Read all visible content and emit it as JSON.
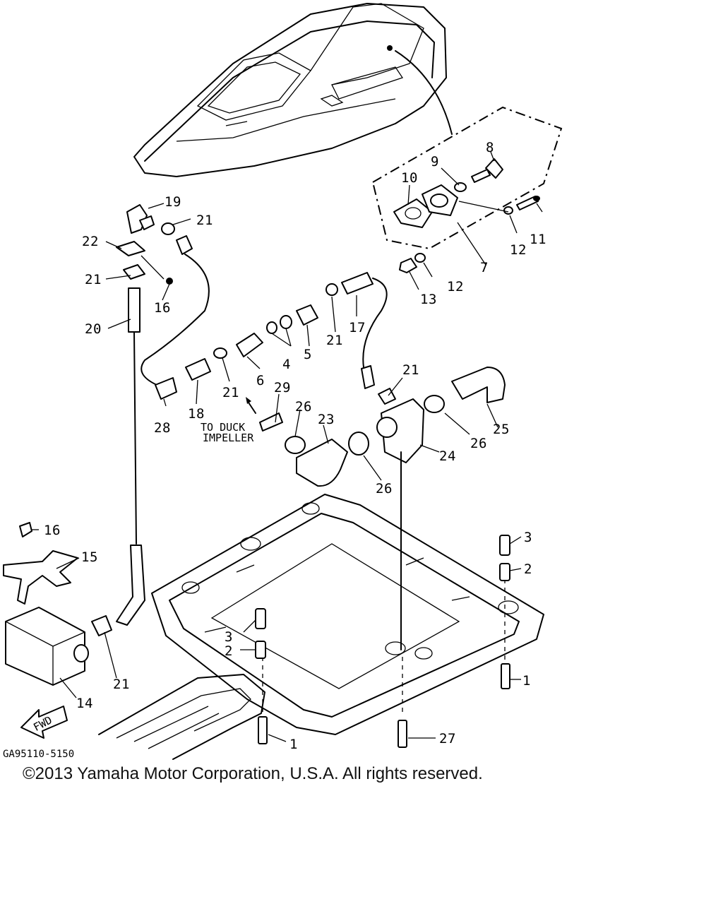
{
  "diagram": {
    "labels": [
      {
        "id": "19",
        "text": "19"
      },
      {
        "id": "21a",
        "text": "21"
      },
      {
        "id": "22",
        "text": "22"
      },
      {
        "id": "21b",
        "text": "21"
      },
      {
        "id": "16a",
        "text": "16"
      },
      {
        "id": "20",
        "text": "20"
      },
      {
        "id": "10",
        "text": "10"
      },
      {
        "id": "9",
        "text": "9"
      },
      {
        "id": "8",
        "text": "8"
      },
      {
        "id": "11",
        "text": "11"
      },
      {
        "id": "12a",
        "text": "12"
      },
      {
        "id": "7",
        "text": "7"
      },
      {
        "id": "12b",
        "text": "12"
      },
      {
        "id": "13",
        "text": "13"
      },
      {
        "id": "17",
        "text": "17"
      },
      {
        "id": "21c",
        "text": "21"
      },
      {
        "id": "4",
        "text": "4"
      },
      {
        "id": "5",
        "text": "5"
      },
      {
        "id": "6",
        "text": "6"
      },
      {
        "id": "21d",
        "text": "21"
      },
      {
        "id": "29",
        "text": "29"
      },
      {
        "id": "18",
        "text": "18"
      },
      {
        "id": "28",
        "text": "28"
      },
      {
        "id": "21e",
        "text": "21"
      },
      {
        "id": "26a",
        "text": "26"
      },
      {
        "id": "23",
        "text": "23"
      },
      {
        "id": "24",
        "text": "24"
      },
      {
        "id": "26b",
        "text": "26"
      },
      {
        "id": "25",
        "text": "25"
      },
      {
        "id": "26c",
        "text": "26"
      },
      {
        "id": "16b",
        "text": "16"
      },
      {
        "id": "15",
        "text": "15"
      },
      {
        "id": "3a",
        "text": "3"
      },
      {
        "id": "2a",
        "text": "2"
      },
      {
        "id": "3b",
        "text": "3"
      },
      {
        "id": "2b",
        "text": "2"
      },
      {
        "id": "14",
        "text": "14"
      },
      {
        "id": "21f",
        "text": "21"
      },
      {
        "id": "1a",
        "text": "1"
      },
      {
        "id": "1b",
        "text": "1"
      },
      {
        "id": "27",
        "text": "27"
      }
    ],
    "note_line1": "TO DUCK",
    "note_line2": "IMPELLER",
    "fwd_label": "FWD",
    "figure_code": "GA95110-5150"
  },
  "copyright": "©2013 Yamaha Motor Corporation, U.S.A. All rights reserved."
}
